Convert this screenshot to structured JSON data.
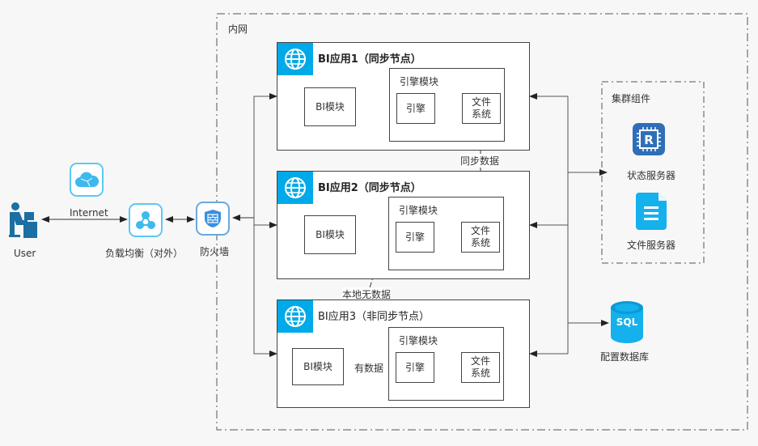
{
  "external": {
    "user_label": "User",
    "internet_label": "Internet",
    "load_balancer_label": "负载均衡（对外）",
    "firewall_label": "防火墙"
  },
  "intranet": {
    "label": "内网",
    "apps": [
      {
        "title": "BI应用1（同步节点）",
        "bi_module": "BI模块",
        "engine_module": "引擎模块",
        "engine": "引擎",
        "file_system": "文件\n系统"
      },
      {
        "title": "BI应用2（同步节点）",
        "bi_module": "BI模块",
        "engine_module": "引擎模块",
        "engine": "引擎",
        "file_system": "文件\n系统"
      },
      {
        "title": "BI应用3（非同步节点）",
        "bi_module": "BI模块",
        "engine_module": "引擎模块",
        "engine": "引擎",
        "file_system": "文件\n系统"
      }
    ],
    "annotations": {
      "sync_data": "同步数据",
      "no_local_data": "本地无数据",
      "has_data": "有数据"
    },
    "cluster": {
      "label": "集群组件",
      "state_server": "状态服务器",
      "file_server": "文件服务器"
    },
    "config_db": {
      "label": "配置数据库",
      "icon_text": "SQL"
    }
  },
  "colors": {
    "accent_blue": "#00a9e8",
    "icon_light_blue": "#5cc8f4",
    "state_server_blue": "#2f6fb8",
    "user_icon": "#1b6fa3"
  }
}
